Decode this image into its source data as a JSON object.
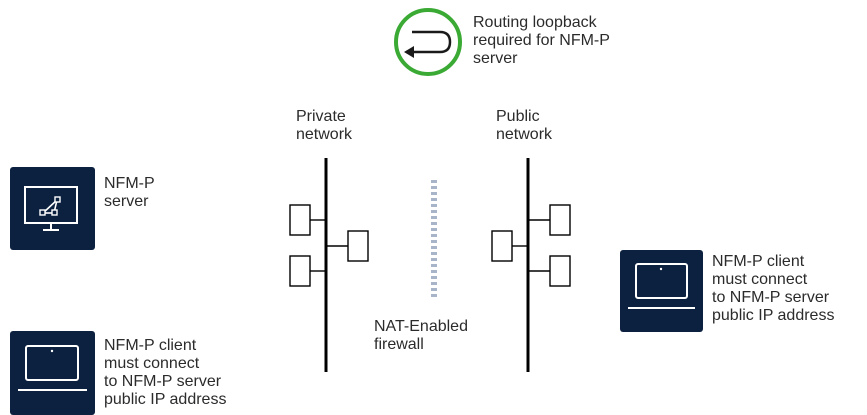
{
  "colors": {
    "tile": "#0c2140",
    "loopback_ring": "#3aaa35",
    "network_line": "#000000",
    "firewall": "#a8b4c8"
  },
  "icons": {
    "server": "server-monitor-icon",
    "client": "laptop-icon",
    "loopback": "loopback-arrow-icon"
  },
  "loopback": {
    "label": "Routing loopback\nrequired for NFM-P\nserver"
  },
  "private_network": {
    "label": "Private\nnetwork"
  },
  "public_network": {
    "label": "Public\nnetwork"
  },
  "server": {
    "label": "NFM-P\nserver"
  },
  "client_left": {
    "label": "NFM-P client\nmust connect\nto NFM-P server\npublic IP address"
  },
  "client_right": {
    "label": "NFM-P client\nmust connect\nto NFM-P server\npublic IP address"
  },
  "firewall": {
    "label": "NAT-Enabled\nfirewall"
  }
}
